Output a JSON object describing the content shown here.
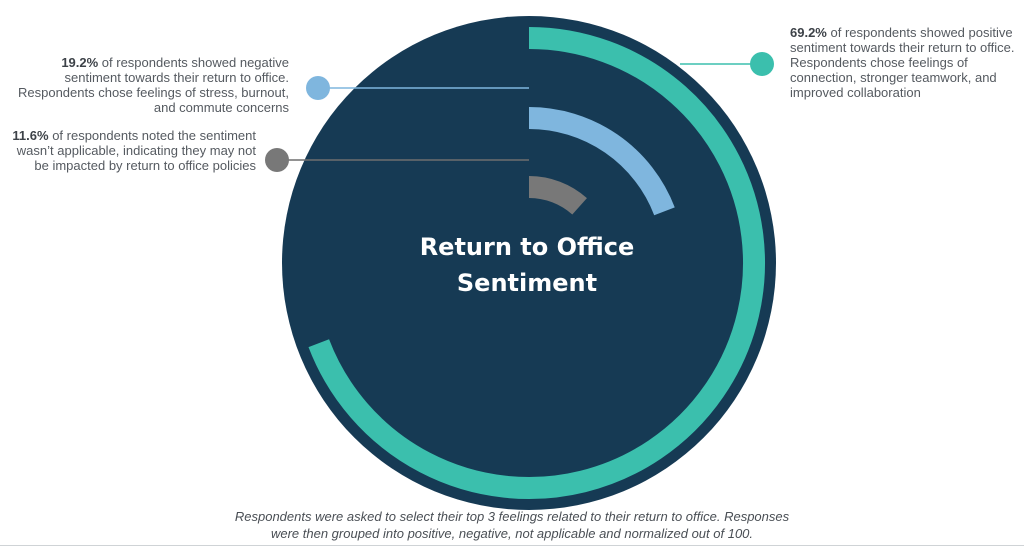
{
  "colors": {
    "circle_fill": "#163a54",
    "positive": "#3bbfad",
    "negative": "#7fb6de",
    "not_applicable": "#787878",
    "connector": "#3bbfad",
    "negative_connector": "#7fb6de",
    "na_connector": "#6e6e6e"
  },
  "chart_data": {
    "type": "radial_bar",
    "title_lines": [
      "Return to Office",
      "Sentiment"
    ],
    "max": 100,
    "series": [
      {
        "name": "Positive",
        "value": 69.2
      },
      {
        "name": "Negative",
        "value": 19.2
      },
      {
        "name": "Not applicable",
        "value": 11.6
      }
    ]
  },
  "annotations": {
    "positive": {
      "percent": "69.2%",
      "text": " of respondents showed positive sentiment towards their return to office. Respondents chose feelings of connection, stronger teamwork, and improved collaboration"
    },
    "negative": {
      "percent": "19.2%",
      "text": " of respondents showed negative sentiment towards their return to office. Respondents chose feelings of stress, burnout, and commute concerns"
    },
    "not_applicable": {
      "percent": "11.6%",
      "text": " of respondents noted the sentiment wasn’t applicable, indicating they may not be impacted by return to office policies"
    }
  },
  "footnote": {
    "line1": "Respondents were asked to select their top 3 feelings related to their return to office. Responses",
    "line2": "were then grouped into positive, negative, not applicable and normalized out of 100."
  }
}
